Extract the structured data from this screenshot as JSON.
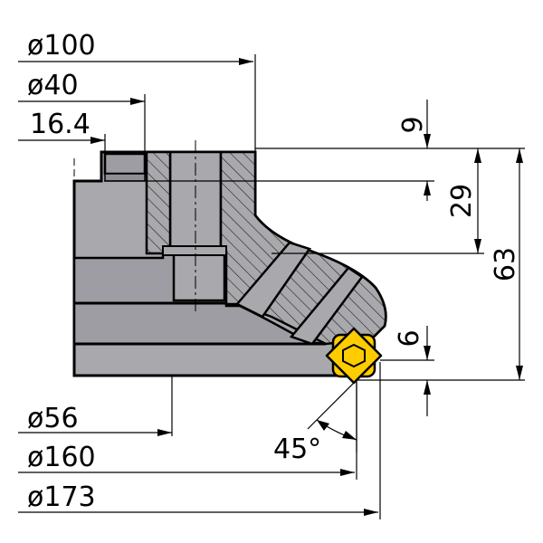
{
  "dimensions": {
    "d100": "ø100",
    "d40": "ø40",
    "d16_4": "16.4",
    "d56": "ø56",
    "d160": "ø160",
    "d173": "ø173",
    "h9": "9",
    "h29": "29",
    "h63": "63",
    "h6": "6",
    "angle45": "45°"
  },
  "colors": {
    "body_gray": "#a8a8ad",
    "body_dark": "#8f8f96",
    "insert_yellow": "#ffcc00",
    "line": "#000000"
  }
}
